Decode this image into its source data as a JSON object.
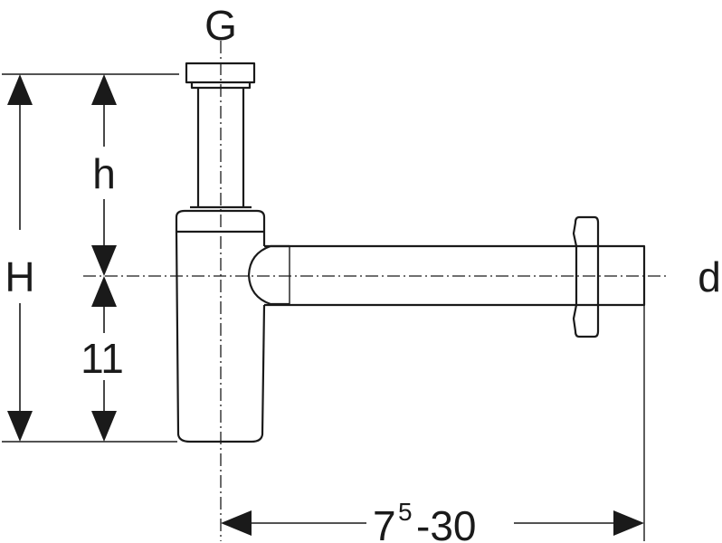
{
  "labels": {
    "G": "G",
    "h": "h",
    "H": "H",
    "eleven": "11",
    "d": "d",
    "width_base": "7",
    "width_sup": "5",
    "width_rest": "-30"
  },
  "colors": {
    "line": "#1a1a1a",
    "background": "#ffffff"
  }
}
